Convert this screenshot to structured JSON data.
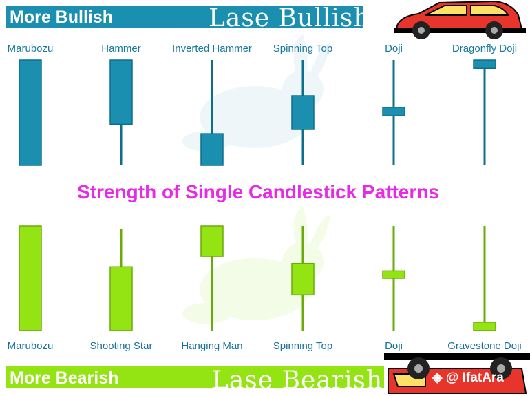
{
  "banners": {
    "bullish_label": "More Bullish",
    "bullish_title": "Lase Bullish",
    "bearish_label": "More Bearish",
    "bearish_title": "Lase Bearish"
  },
  "title": "Strength of Single Candlestick Patterns",
  "credit": "@ IfatAra",
  "colors": {
    "bullish": "#1b8fb0",
    "bearish": "#94e313",
    "title": "#e829e6"
  },
  "bullish_patterns": [
    {
      "name": "Marubozu",
      "wick_top": 1.0,
      "body_top": 1.0,
      "body_bottom": 0.0,
      "wick_bottom": 0.0
    },
    {
      "name": "Hammer",
      "wick_top": 1.0,
      "body_top": 1.0,
      "body_bottom": 0.39,
      "wick_bottom": 0.0
    },
    {
      "name": "Inverted Hammer",
      "wick_top": 1.0,
      "body_top": 0.3,
      "body_bottom": 0.0,
      "wick_bottom": 0.0
    },
    {
      "name": "Spinning Top",
      "wick_top": 1.0,
      "body_top": 0.66,
      "body_bottom": 0.34,
      "wick_bottom": 0.0
    },
    {
      "name": "Doji",
      "wick_top": 1.0,
      "body_top": 0.55,
      "body_bottom": 0.47,
      "wick_bottom": 0.0
    },
    {
      "name": "Dragonfly Doji",
      "wick_top": 1.0,
      "body_top": 1.0,
      "body_bottom": 0.92,
      "wick_bottom": 0.0
    }
  ],
  "bearish_patterns": [
    {
      "name": "Marubozu",
      "wick_top": 1.0,
      "body_top": 1.0,
      "body_bottom": 0.0,
      "wick_bottom": 0.0
    },
    {
      "name": "Shooting Star",
      "wick_top": 0.97,
      "body_top": 0.61,
      "body_bottom": 0.0,
      "wick_bottom": 0.0
    },
    {
      "name": "Hanging Man",
      "wick_top": 1.0,
      "body_top": 1.0,
      "body_bottom": 0.71,
      "wick_bottom": 0.0
    },
    {
      "name": "Spinning Top",
      "wick_top": 1.0,
      "body_top": 0.64,
      "body_bottom": 0.34,
      "wick_bottom": 0.0
    },
    {
      "name": "Doji",
      "wick_top": 1.0,
      "body_top": 0.57,
      "body_bottom": 0.5,
      "wick_bottom": 0.0
    },
    {
      "name": "Gravestone Doji",
      "wick_top": 1.0,
      "body_top": 0.08,
      "body_bottom": 0.0,
      "wick_bottom": 0.0
    }
  ]
}
